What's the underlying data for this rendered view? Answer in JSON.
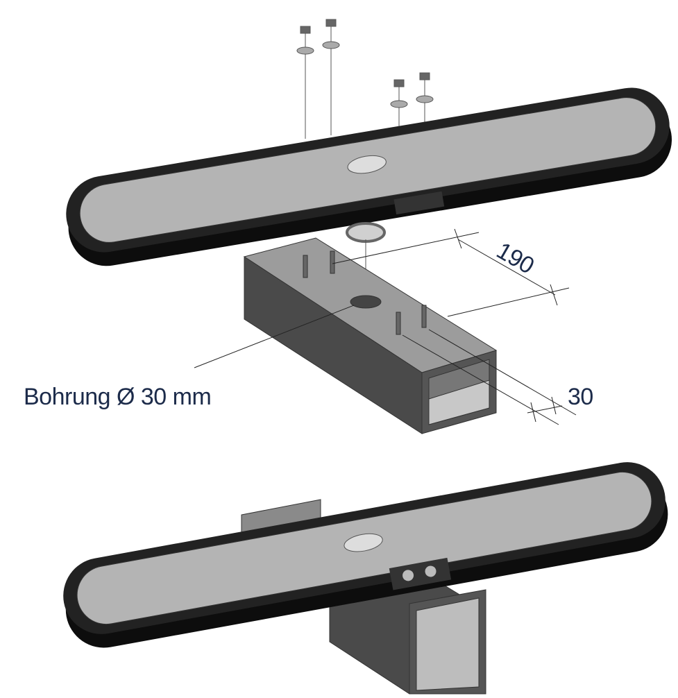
{
  "labels": {
    "bore": "Bohrung Ø 30 mm",
    "dim_length": "190",
    "dim_offset": "30"
  },
  "colors": {
    "label_text": "#1c2b4a",
    "plate_rim": "#1a1a1a",
    "plate_surface": "#b4b4b4",
    "tube_dark": "#4a4a4a",
    "tube_light": "#9a9a9a"
  }
}
